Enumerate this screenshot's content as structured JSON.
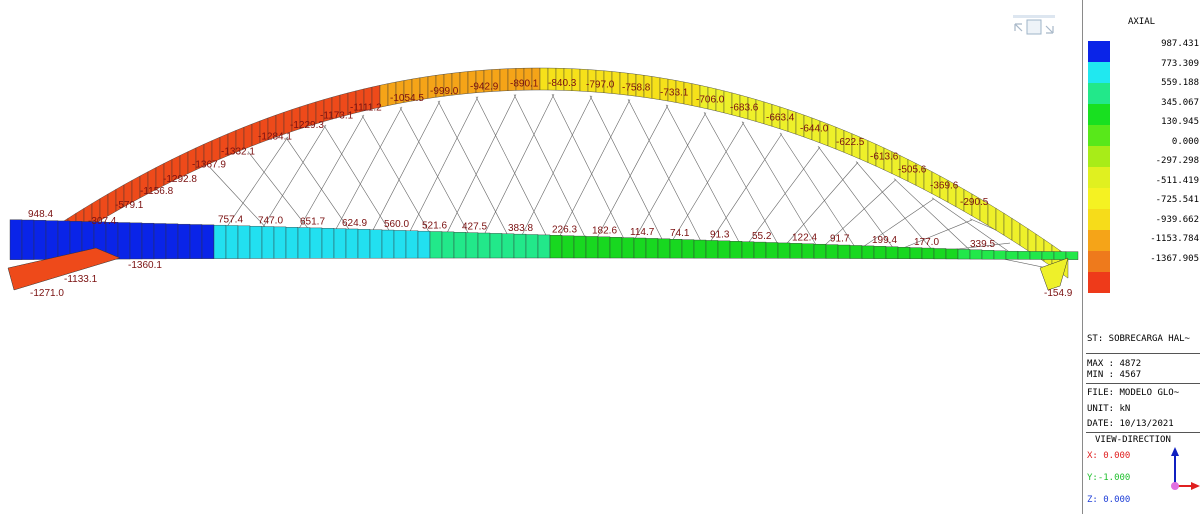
{
  "legend": {
    "title": "AXIAL",
    "colors": [
      "#0a24e8",
      "#20e8f0",
      "#22e88a",
      "#18e020",
      "#58e81a",
      "#a8ec18",
      "#e0f020",
      "#f5f222",
      "#f6dc1a",
      "#f5a418",
      "#ee7a1c",
      "#ee3a1a"
    ],
    "values": [
      "987.431",
      "773.309",
      "559.188",
      "345.067",
      "130.945",
      "0.000",
      "-297.298",
      "-511.419",
      "-725.541",
      "-939.662",
      "-1153.784",
      "-1367.905"
    ]
  },
  "info": {
    "st": "ST: SOBRECARGA HAL~",
    "max": "MAX : 4872",
    "min": "MIN : 4567",
    "file": "FILE: MODELO GLO~",
    "unit": "UNIT: kN",
    "date": "DATE: 10/13/2021",
    "view_direction": "VIEW-DIRECTION",
    "x": "X: 0.000",
    "y": "Y:-1.000",
    "z": "Z: 0.000"
  },
  "arch_labels": [
    "-307.4",
    "-579.1",
    "-1156.8",
    "-1292.8",
    "-1367.9",
    "-1332.1",
    "-1284.1",
    "-1229.3",
    "-1173.1",
    "-1111.2",
    "-1054.5",
    "-999.0",
    "-942.9",
    "-890.1",
    "-840.3",
    "-797.0",
    "-758.8",
    "-733.1",
    "-706.0",
    "-683.6",
    "-663.4",
    "-644.0",
    "-622.5",
    "-613.6",
    "-505.6",
    "-369.6",
    "-290.5"
  ],
  "deck_labels": [
    "948.4",
    "757.4",
    "747.0",
    "651.7",
    "624.9",
    "560.0",
    "521.6",
    "427.5",
    "383.8",
    "226.3",
    "182.6",
    "114.7",
    "74.1",
    "91.3",
    "55.2",
    "122.4",
    "91.7",
    "199.4",
    "177.0",
    "339.5"
  ],
  "lower_labels": [
    "-1271.0",
    "-1133.1",
    "-1360.1",
    "-154.9"
  ]
}
